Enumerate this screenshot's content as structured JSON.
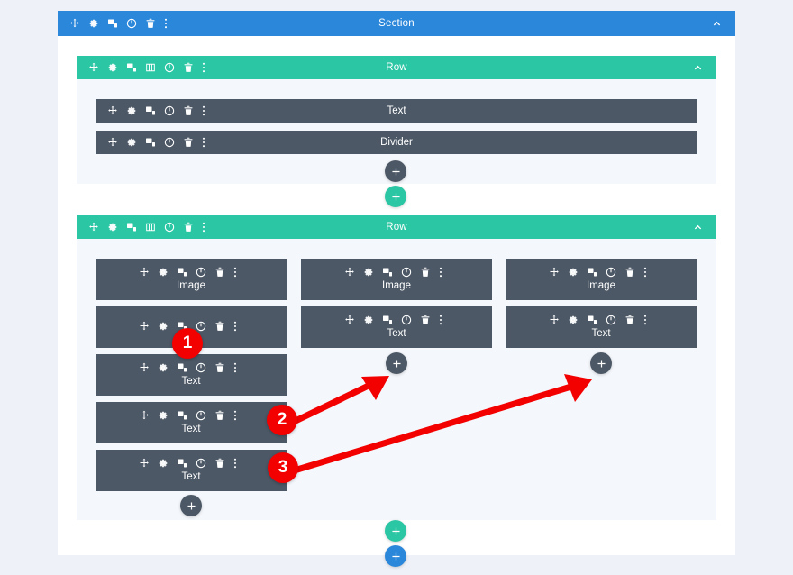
{
  "colors": {
    "section": "#2b87da",
    "row": "#2bc6a4",
    "module": "#4c5866",
    "page_bg": "#eef2f8",
    "row_body": "#f4f7fb",
    "annotation": "#f30000"
  },
  "section": {
    "label": "Section",
    "tools": [
      "move-icon",
      "gear-icon",
      "duplicate-icon",
      "power-icon",
      "trash-icon",
      "more-options-icon"
    ],
    "collapse": "chevron-up-icon"
  },
  "rows": [
    {
      "label": "Row",
      "tools": [
        "move-icon",
        "gear-icon",
        "duplicate-icon",
        "columns-icon",
        "power-icon",
        "trash-icon",
        "more-options-icon"
      ],
      "collapse": "chevron-up-icon",
      "modules": [
        {
          "label": "Text",
          "tools": [
            "move-icon",
            "gear-icon",
            "duplicate-icon",
            "power-icon",
            "trash-icon",
            "more-options-icon"
          ]
        },
        {
          "label": "Divider",
          "tools": [
            "move-icon",
            "gear-icon",
            "duplicate-icon",
            "power-icon",
            "trash-icon",
            "more-options-icon"
          ]
        }
      ],
      "add_module_button": "+",
      "add_row_button": "+"
    },
    {
      "label": "Row",
      "tools": [
        "move-icon",
        "gear-icon",
        "duplicate-icon",
        "columns-icon",
        "power-icon",
        "trash-icon",
        "more-options-icon"
      ],
      "collapse": "chevron-up-icon",
      "columns": [
        {
          "modules": [
            {
              "label": "Image"
            },
            {
              "label": ""
            },
            {
              "label": "Text"
            },
            {
              "label": "Text"
            },
            {
              "label": "Text"
            }
          ],
          "add_module_button": "+"
        },
        {
          "modules": [
            {
              "label": "Image"
            },
            {
              "label": "Text"
            }
          ],
          "add_module_button": "+"
        },
        {
          "modules": [
            {
              "label": "Image"
            },
            {
              "label": "Text"
            }
          ],
          "add_module_button": "+"
        }
      ]
    }
  ],
  "footer": {
    "add_row_button": "+",
    "add_section_button": "+"
  },
  "annotations": [
    {
      "number": "1",
      "note": "overlaps second module of first column"
    },
    {
      "number": "2",
      "note": "points to add-module button of middle column"
    },
    {
      "number": "3",
      "note": "points to add-module button of right column"
    }
  ],
  "module_tools": [
    "move-icon",
    "gear-icon",
    "duplicate-icon",
    "power-icon",
    "trash-icon",
    "more-options-icon"
  ]
}
